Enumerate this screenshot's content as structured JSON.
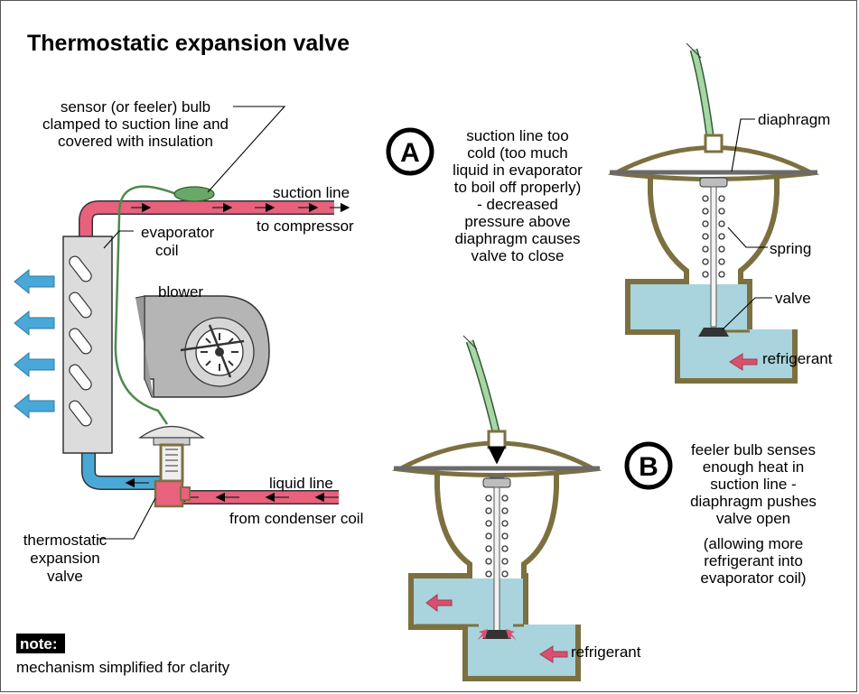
{
  "title": "Thermostatic expansion valve",
  "labels": {
    "sensor_bulb": [
      "sensor (or feeler) bulb",
      "clamped to suction line and",
      "covered with insulation"
    ],
    "suction_line": "suction line",
    "to_compressor": "to compressor",
    "evaporator_coil": [
      "evaporator",
      "coil"
    ],
    "blower": "blower",
    "liquid_line": "liquid line",
    "from_condenser": "from condenser coil",
    "thermostatic_valve": [
      "thermostatic",
      "expansion",
      "valve"
    ],
    "diaphragm": "diaphragm",
    "spring": "spring",
    "valve": "valve",
    "refrigerant_a": "refrigerant",
    "refrigerant_b": "refrigerant"
  },
  "panel_a": {
    "badge": "A",
    "text": [
      "suction line too",
      "cold (too much",
      "liquid in evaporator",
      "to boil off properly)",
      "- decreased",
      "pressure above",
      "diaphragm causes",
      "valve to close"
    ]
  },
  "panel_b": {
    "badge": "B",
    "text": [
      "feeler bulb senses",
      "enough heat in",
      "suction line -",
      "diaphragm pushes",
      "valve open",
      "(allowing more",
      "refrigerant into",
      "evaporator coil)"
    ]
  },
  "note": {
    "label": "note:",
    "text": "mechanism simplified for clarity"
  },
  "colors": {
    "pipe_hot": "#e8617d",
    "pipe_cold": "#4aa8d8",
    "fluid": "#a9d3dd",
    "valve_body": "#7d7040",
    "tube_green": "#6aa86a",
    "coil_gray": "#dcdcdc",
    "arrow_blue": "#4aa8d8",
    "arrow_red": "#d9506f"
  }
}
